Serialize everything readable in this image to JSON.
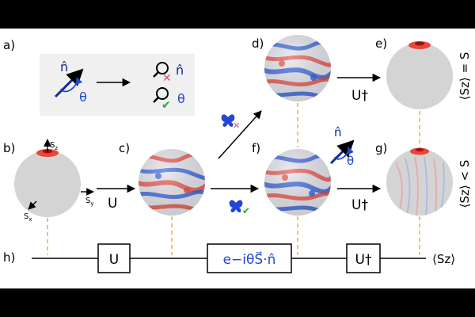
{
  "panels": {
    "a": "a)",
    "b": "b)",
    "c": "c)",
    "d": "d)",
    "e": "e)",
    "f": "f)",
    "g": "g)",
    "h": "h)"
  },
  "legend": {
    "axis": "n̂",
    "angle": "θ",
    "wrong_axis": "n̂",
    "wrong_angle": "θ"
  },
  "axes": {
    "sz": "S",
    "sz_sub": "z",
    "sy": "S",
    "sy_sub": "y",
    "sx": "S",
    "sx_sub": "x"
  },
  "ops": {
    "u": "U",
    "udag_top": "U†",
    "udag_mid": "U†",
    "f_axis": "n̂",
    "f_angle": "θ"
  },
  "side_labels": {
    "top": "⟨Sz⟩ = S",
    "bottom": "⟨Sz⟩ < S"
  },
  "circuit": {
    "gate_u": "U",
    "gate_rot": "e−iθS⃗·n̂",
    "gate_udag": "U†",
    "output": "⟨Sz⟩"
  },
  "colors": {
    "background": "#000000",
    "panel": "#ffffff",
    "sphere": "#d4d4d4",
    "red": "#e8473c",
    "blue": "#2146d8",
    "check": "#22aa22",
    "cross": "#e05070",
    "dash": "#f5c070"
  }
}
